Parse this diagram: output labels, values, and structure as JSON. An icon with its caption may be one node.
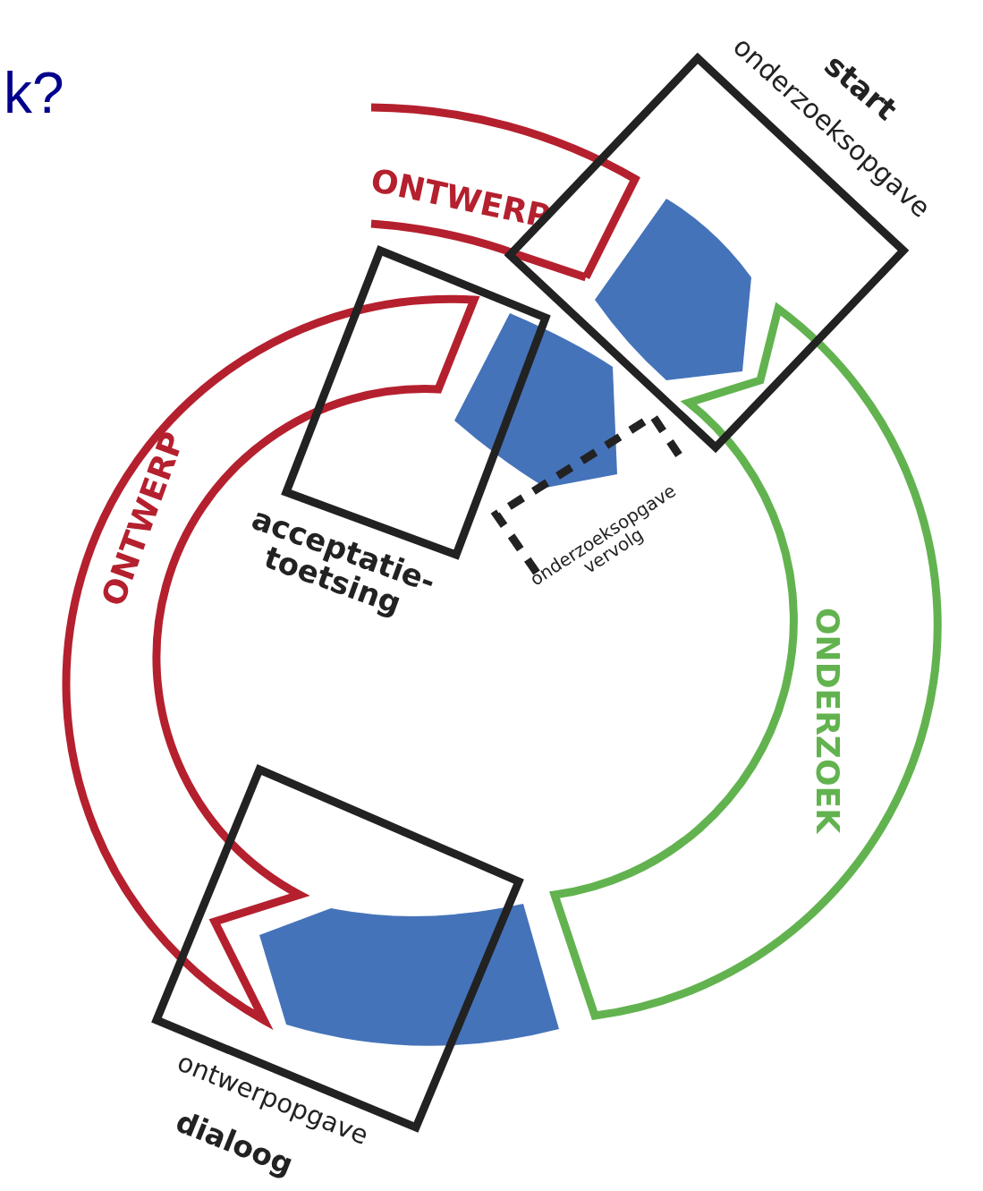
{
  "diagram": {
    "title": "k?",
    "nodes": [
      {
        "text": [
          "start",
          "onderzoeksopgave"
        ]
      },
      {
        "text": [
          "acceptatie- toetsing"
        ]
      },
      {
        "text": [
          "ontwerpopgave",
          "dialoog"
        ]
      },
      {
        "text": [
          "onderzoeksopgave vervolg"
        ]
      },
      {
        "text": [],
        "shape": "segment",
        "in": 0
      },
      {
        "text": [],
        "shape": "segment"
      },
      {
        "text": [],
        "shape": "segment"
      }
    ],
    "edges": [
      {
        "from": 2,
        "to": 0,
        "arrow": "to",
        "label": "ONDERZOEK",
        "color": "#62b34f"
      },
      {
        "from": 1,
        "to": 2,
        "arrow": "to",
        "label": "ONTWERP"
      },
      {
        "from": null,
        "to": 0,
        "arrow": "none",
        "label": "ONTWERP"
      }
    ]
  }
}
